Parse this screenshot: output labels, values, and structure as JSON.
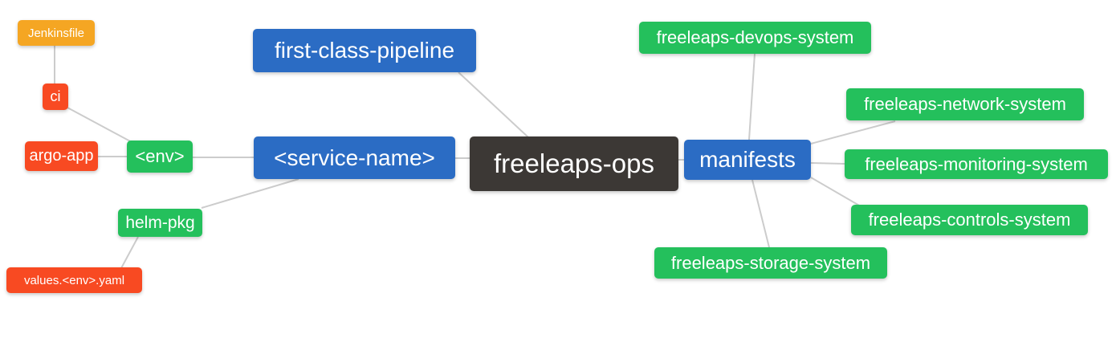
{
  "diagram": {
    "title": "freeleaps-ops mind map",
    "colors": {
      "blue": "#2b6cc4",
      "green": "#24c05c",
      "orange": "#f5a623",
      "red": "#f84a22",
      "dark": "#3c3835",
      "edge": "#cccccc",
      "text": "#ffffff",
      "background": "#ffffff"
    },
    "nodes": {
      "jenkinsfile": {
        "label": "Jenkinsfile",
        "color_role": "orange"
      },
      "ci": {
        "label": "ci",
        "color_role": "red"
      },
      "argo_app": {
        "label": "argo-app",
        "color_role": "red"
      },
      "env": {
        "label": "<env>",
        "color_role": "green"
      },
      "helm_pkg": {
        "label": "helm-pkg",
        "color_role": "green"
      },
      "values_env_yaml": {
        "label": "values.<env>.yaml",
        "color_role": "red"
      },
      "first_class_pipeline": {
        "label": "first-class-pipeline",
        "color_role": "blue"
      },
      "service_name": {
        "label": "<service-name>",
        "color_role": "blue"
      },
      "freeleaps_ops": {
        "label": "freeleaps-ops",
        "color_role": "dark"
      },
      "manifests": {
        "label": "manifests",
        "color_role": "blue"
      },
      "devops_system": {
        "label": "freeleaps-devops-system",
        "color_role": "green"
      },
      "network_system": {
        "label": "freeleaps-network-system",
        "color_role": "green"
      },
      "monitoring_system": {
        "label": "freeleaps-monitoring-system",
        "color_role": "green"
      },
      "controls_system": {
        "label": "freeleaps-controls-system",
        "color_role": "green"
      },
      "storage_system": {
        "label": "freeleaps-storage-system",
        "color_role": "green"
      }
    },
    "edges": [
      [
        "jenkinsfile",
        "ci"
      ],
      [
        "ci",
        "env"
      ],
      [
        "argo_app",
        "env"
      ],
      [
        "env",
        "service_name"
      ],
      [
        "helm_pkg",
        "service_name"
      ],
      [
        "values_env_yaml",
        "helm_pkg"
      ],
      [
        "first_class_pipeline",
        "freeleaps_ops"
      ],
      [
        "service_name",
        "freeleaps_ops"
      ],
      [
        "freeleaps_ops",
        "manifests"
      ],
      [
        "manifests",
        "devops_system"
      ],
      [
        "manifests",
        "network_system"
      ],
      [
        "manifests",
        "monitoring_system"
      ],
      [
        "manifests",
        "controls_system"
      ],
      [
        "manifests",
        "storage_system"
      ]
    ]
  }
}
